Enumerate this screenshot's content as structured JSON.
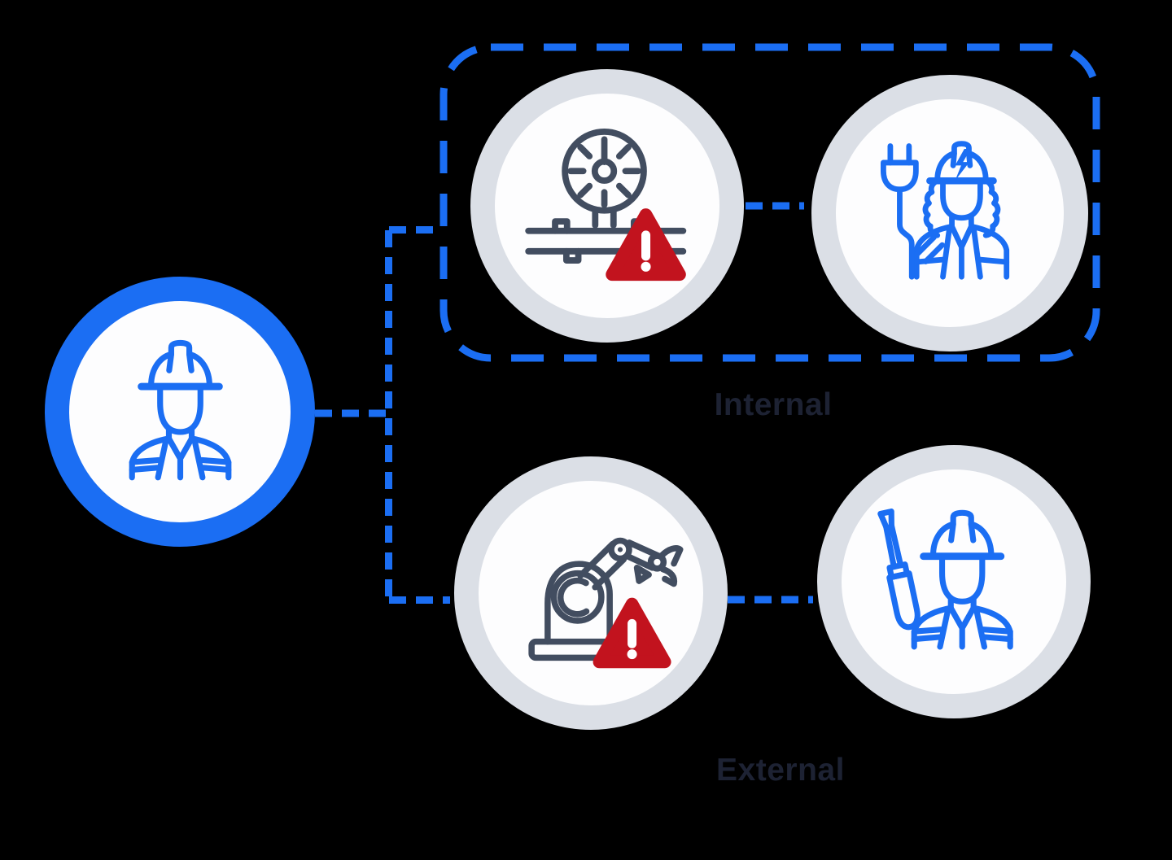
{
  "diagram": {
    "labels": {
      "internal": "Internal",
      "external": "External"
    },
    "root_node": {
      "name": "worker-node",
      "icon": "worker-hardhat-icon"
    },
    "internal_group": {
      "label": "Internal",
      "nodes": [
        {
          "name": "pressure-gauge-alert-node",
          "icon": "pressure-gauge-icon",
          "badge": "warning-triangle-icon"
        },
        {
          "name": "electrician-node",
          "icon": "electrician-plug-icon"
        }
      ]
    },
    "external_group": {
      "label": "External",
      "nodes": [
        {
          "name": "robot-arm-alert-node",
          "icon": "robot-arm-icon",
          "badge": "warning-triangle-icon"
        },
        {
          "name": "technician-node",
          "icon": "technician-screwdriver-icon"
        }
      ]
    }
  },
  "colors": {
    "background": "#000000",
    "accent_blue": "#1b6ef3",
    "ring_gray": "#dbdfe6",
    "node_white": "#fdfdfe",
    "icon_slate": "#424d60",
    "alert_red": "#c2131e",
    "label_navy": "#1d2233"
  }
}
